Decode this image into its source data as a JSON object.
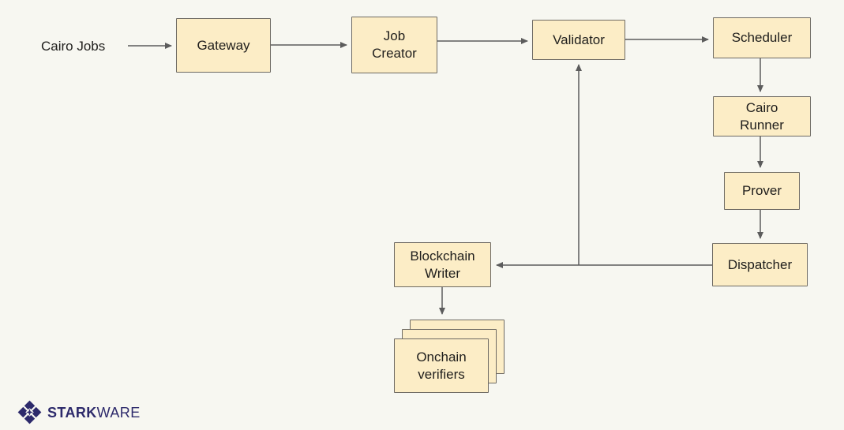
{
  "diagram": {
    "source_label": "Cairo Jobs",
    "nodes": [
      {
        "id": "gateway",
        "label": "Gateway"
      },
      {
        "id": "job-creator",
        "label": "Job Creator"
      },
      {
        "id": "validator",
        "label": "Validator"
      },
      {
        "id": "scheduler",
        "label": "Scheduler"
      },
      {
        "id": "cairo-runner",
        "label": "Cairo Runner"
      },
      {
        "id": "prover",
        "label": "Prover"
      },
      {
        "id": "dispatcher",
        "label": "Dispatcher"
      },
      {
        "id": "blockchain-writer",
        "label": "Blockchain Writer"
      },
      {
        "id": "onchain-verifiers",
        "label": "Onchain verifiers",
        "stacked": true
      }
    ],
    "edges": [
      {
        "from": "cairo-jobs-label",
        "to": "gateway"
      },
      {
        "from": "gateway",
        "to": "job-creator"
      },
      {
        "from": "job-creator",
        "to": "validator"
      },
      {
        "from": "validator",
        "to": "scheduler"
      },
      {
        "from": "scheduler",
        "to": "cairo-runner"
      },
      {
        "from": "cairo-runner",
        "to": "prover"
      },
      {
        "from": "prover",
        "to": "dispatcher"
      },
      {
        "from": "dispatcher",
        "to": "blockchain-writer"
      },
      {
        "from": "dispatcher",
        "to": "validator"
      },
      {
        "from": "blockchain-writer",
        "to": "onchain-verifiers"
      }
    ]
  },
  "logo": {
    "brand_bold": "STARK",
    "brand_light": "WARE"
  },
  "colors": {
    "background": "#f7f7f1",
    "node_fill": "#fcedc6",
    "node_border": "#6e6a63",
    "arrow": "#5c5c5c",
    "text": "#1f1e1c",
    "logo": "#2d2a6b"
  }
}
